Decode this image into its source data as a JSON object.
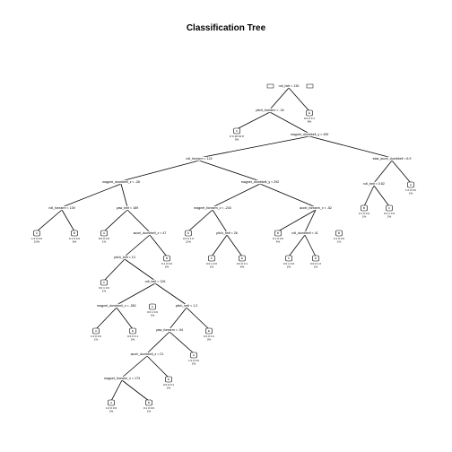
{
  "title": "Classification Tree",
  "splits": {
    "root": "roll_belt < 130",
    "n2": "pitch_forearm < -34",
    "n5": "magnet_dumbbell_y < 439",
    "n6": "roll_forearm < 122",
    "n7": "total_accel_dumbbell < 6.9",
    "n8": "magnet_dumbbell_z < -28",
    "n9": "magnet_dumbbell_y < 292",
    "n10": "roll_forearm < 139",
    "n11": "yaw_belt < 169",
    "n12": "magnet_forearm_z < -243",
    "n13": "accel_forearm_x < -52",
    "n14": "roll_belt < 0.82",
    "n15": "accel_dumbbell_z < 47",
    "n16": "pitch_belt < 13",
    "n17": "pitch_belt < 26",
    "n18": "roll_dumbbell < 41",
    "n19": "roll_belt < 126",
    "n20": "magnet_dumbbell_x < -551",
    "n21": "pitch_belt < 1.2",
    "n22": "yaw_forearm < -94",
    "n23": "accel_dumbbell_z < 21",
    "n24": "magnet_forearm_x < 173"
  },
  "leaves": [
    {
      "class": "A",
      "dist": "8 9 18 19 8",
      "pct": "9%"
    },
    {
      "class": "E",
      "dist": "0 0 0 0 1",
      "pct": "8%"
    },
    {
      "class": "A",
      "dist": "1 0 0 0 0",
      "pct": "10%"
    },
    {
      "class": "B",
      "dist": "0 1 0 0 0",
      "pct": "6%"
    },
    {
      "class": "A",
      "dist": "8 0 0 0 0",
      "pct": "1%"
    },
    {
      "class": "B",
      "dist": "0 1 0 0 0",
      "pct": "2%"
    },
    {
      "class": "C",
      "dist": "0 0 1 0 0",
      "pct": "1%"
    },
    {
      "class": "D",
      "dist": "0 0 0 1 0",
      "pct": "11%"
    },
    {
      "class": "C",
      "dist": "0 0 1 0 0",
      "pct": "1%"
    },
    {
      "class": "E",
      "dist": "0 0 0 0 1",
      "pct": "6%"
    },
    {
      "class": "B",
      "dist": "0 1 0 0 0",
      "pct": "4%"
    },
    {
      "class": "C",
      "dist": "0 0 1 0 0",
      "pct": "2%"
    },
    {
      "class": "D",
      "dist": "0 0 0 1 0",
      "pct": "1%"
    },
    {
      "class": "B",
      "dist": "0 1 0 0 0",
      "pct": "1%"
    },
    {
      "class": "B",
      "dist": "0 1 0 0 0",
      "pct": "1%"
    },
    {
      "class": "C",
      "dist": "0 0 1 0 0",
      "pct": "2%"
    },
    {
      "class": "A",
      "dist": "1 0 0 0 0",
      "pct": "1%"
    },
    {
      "class": "E",
      "dist": "0 0 0 0 1",
      "pct": "3%"
    },
    {
      "class": "A",
      "dist": "1 0 0 0 0",
      "pct": "1%"
    },
    {
      "class": "E",
      "dist": "0 0 0 0 1",
      "pct": "2%"
    },
    {
      "class": "A",
      "dist": "1 0 0 0 0",
      "pct": "2%"
    },
    {
      "class": "E",
      "dist": "0 0 0 0 1",
      "pct": "2%"
    },
    {
      "class": "A",
      "dist": "1 0 0 0 0",
      "pct": "3%"
    },
    {
      "class": "B",
      "dist": "0 1 0 0 0",
      "pct": "1%"
    },
    {
      "class": "C",
      "dist": "0 0 1 0 0",
      "pct": "1%"
    }
  ]
}
